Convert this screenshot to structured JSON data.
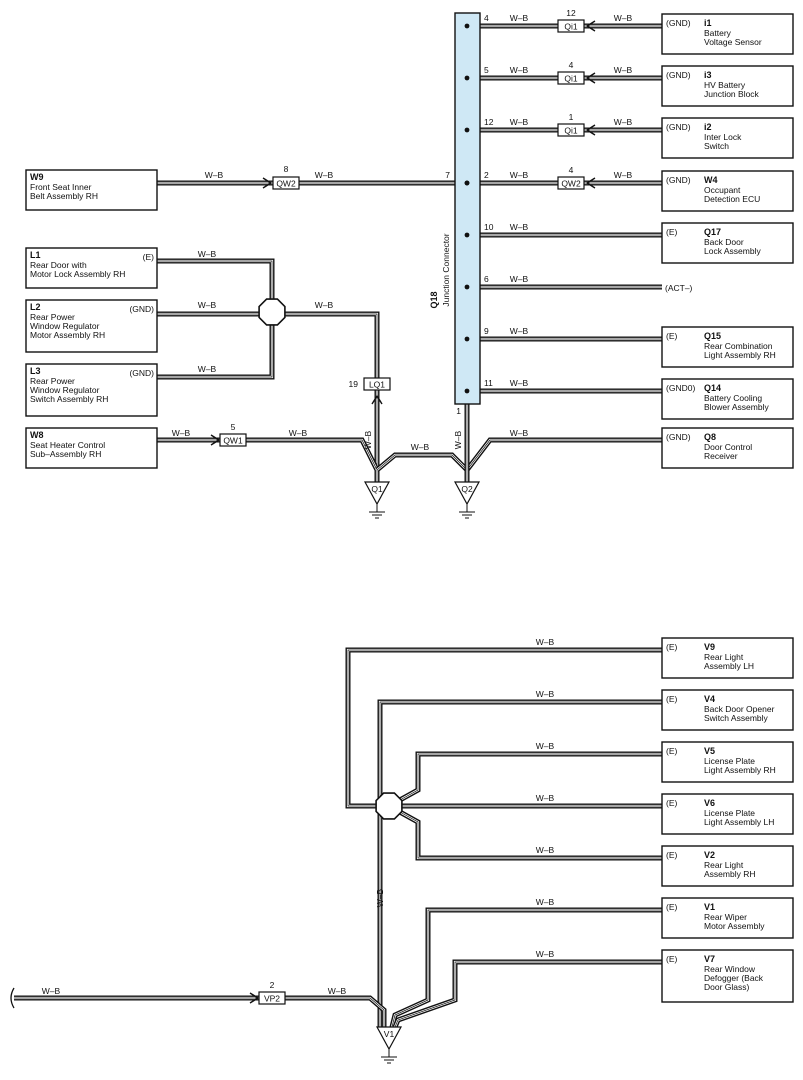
{
  "wire_color": "W–B",
  "junction": {
    "id": "Q18",
    "name": "Junction Connector",
    "bottom_pin": "1"
  },
  "junction_pins": [
    {
      "pin": "4",
      "wire": "W–B",
      "connector": "Qi1",
      "conn_pin": "12",
      "terminal": "(GND)",
      "id": "i1",
      "lines": [
        "Battery",
        "Voltage Sensor"
      ]
    },
    {
      "pin": "5",
      "wire": "W–B",
      "connector": "Qi1",
      "conn_pin": "4",
      "terminal": "(GND)",
      "id": "i3",
      "lines": [
        "HV Battery",
        "Junction Block"
      ]
    },
    {
      "pin": "12",
      "wire": "W–B",
      "connector": "Qi1",
      "conn_pin": "1",
      "terminal": "(GND)",
      "id": "i2",
      "lines": [
        "Inter Lock",
        "Switch"
      ]
    },
    {
      "pin": "2",
      "wire": "W–B",
      "connector": "QW2",
      "conn_pin": "4",
      "terminal": "(GND)",
      "id": "W4",
      "lines": [
        "Occupant",
        "Detection ECU"
      ]
    },
    {
      "pin": "10",
      "wire": "W–B",
      "connector": "",
      "conn_pin": "",
      "terminal": "(E)",
      "id": "Q17",
      "lines": [
        "Back Door",
        "Lock Assembly"
      ]
    },
    {
      "pin": "6",
      "wire": "W–B",
      "connector": "",
      "conn_pin": "",
      "terminal": "(ACT–)",
      "id": "",
      "lines": []
    },
    {
      "pin": "9",
      "wire": "W–B",
      "connector": "",
      "conn_pin": "",
      "terminal": "(E)",
      "id": "Q15",
      "lines": [
        "Rear Combination",
        "Light Assembly RH"
      ]
    },
    {
      "pin": "11",
      "wire": "W–B",
      "connector": "",
      "conn_pin": "",
      "terminal": "(GND0)",
      "id": "Q14",
      "lines": [
        "Battery Cooling",
        "Blower Assembly"
      ]
    }
  ],
  "q8": {
    "id": "Q8",
    "terminal": "(GND)",
    "lines": [
      "Door Control",
      "Receiver"
    ],
    "wire": "W–B"
  },
  "w9": {
    "id": "W9",
    "lines": [
      "Front Seat Inner",
      "Belt Assembly RH"
    ],
    "connector": "QW2",
    "conn_pin": "8",
    "junction_pin": "7",
    "wire_left": "W–B",
    "wire_right": "W–B"
  },
  "left_devices": [
    {
      "id": "L1",
      "terminal": "(E)",
      "lines": [
        "Rear Door with",
        "Motor Lock Assembly RH"
      ],
      "wire": "W–B"
    },
    {
      "id": "L2",
      "terminal": "(GND)",
      "lines": [
        "Rear Power",
        "Window Regulator",
        "Motor Assembly RH"
      ],
      "wire": "W–B"
    },
    {
      "id": "L3",
      "terminal": "(GND)",
      "lines": [
        "Rear Power",
        "Window Regulator",
        "Switch Assembly RH"
      ],
      "wire": "W–B"
    }
  ],
  "splice_to_lq1_wire": "W–B",
  "lq1": {
    "connector": "LQ1",
    "pin": "19",
    "wire": "W–B"
  },
  "w8": {
    "id": "W8",
    "lines": [
      "Seat Heater Control",
      "Sub–Assembly RH"
    ],
    "connector": "QW1",
    "conn_pin": "5",
    "wire_left": "W–B",
    "wire_right": "W–B"
  },
  "q1_q2_wire": "W–B",
  "q2_vertical_wire": "W–B",
  "grounds": {
    "q1": "Q1",
    "q2": "Q2",
    "v1": "V1"
  },
  "bottom_devices": [
    {
      "id": "V9",
      "terminal": "(E)",
      "lines": [
        "Rear Light",
        "Assembly LH"
      ],
      "wire": "W–B"
    },
    {
      "id": "V4",
      "terminal": "(E)",
      "lines": [
        "Back Door Opener",
        "Switch Assembly"
      ],
      "wire": "W–B"
    },
    {
      "id": "V5",
      "terminal": "(E)",
      "lines": [
        "License Plate",
        "Light Assembly RH"
      ],
      "wire": "W–B"
    },
    {
      "id": "V6",
      "terminal": "(E)",
      "lines": [
        "License Plate",
        "Light Assembly LH"
      ],
      "wire": "W–B"
    },
    {
      "id": "V2",
      "terminal": "(E)",
      "lines": [
        "Rear Light",
        "Assembly RH"
      ],
      "wire": "W–B"
    },
    {
      "id": "V1",
      "terminal": "(E)",
      "lines": [
        "Rear Wiper",
        "Motor Assembly"
      ],
      "wire": "W–B"
    },
    {
      "id": "V7",
      "terminal": "(E)",
      "lines": [
        "Rear Window",
        "Defogger (Back",
        "Door Glass)"
      ],
      "wire": "W–B"
    }
  ],
  "vp2": {
    "connector": "VP2",
    "conn_pin": "2",
    "wire_left": "W–B",
    "wire_right": "W–B"
  },
  "v_vertical_wire": "W–B"
}
